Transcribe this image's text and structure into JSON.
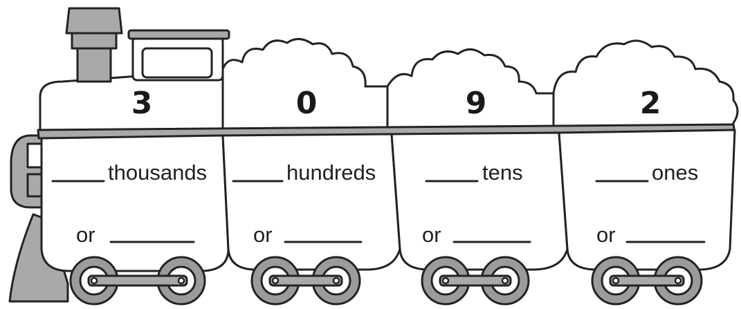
{
  "digits": [
    "3",
    "0",
    "9",
    "2"
  ],
  "cars": [
    {
      "place_label": "thousands",
      "or_label": "or"
    },
    {
      "place_label": "hundreds",
      "or_label": "or"
    },
    {
      "place_label": "tens",
      "or_label": "or"
    },
    {
      "place_label": "ones",
      "or_label": "or"
    }
  ],
  "colors": {
    "ink": "#222222",
    "grey": "#a9a9a9",
    "wheel_ring": "#9b9b9b"
  }
}
